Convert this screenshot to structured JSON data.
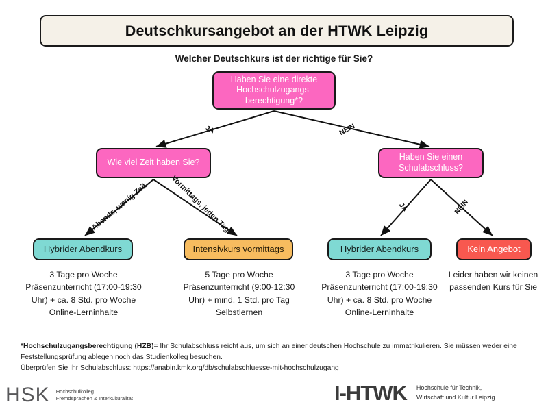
{
  "header": {
    "title": "Deutschkursangebot an der HTWK Leipzig",
    "subtitle": "Welcher Deutschkurs ist der richtige für Sie?"
  },
  "colors": {
    "question": "#fc67c0",
    "result_teal": "#7fd9d3",
    "result_orange": "#f7bc5f",
    "result_red": "#f8584f",
    "title_bg": "#f5f1e8",
    "outline": "#1a1a1a"
  },
  "nodes": {
    "root": "Haben Sie eine direkte Hochschulzugangs-berechtigung*?",
    "time": "Wie viel Zeit haben Sie?",
    "abschluss": "Haben Sie einen Schulabschluss?",
    "result1": "Hybrider Abendkurs",
    "result2": "Intensivkurs vormittags",
    "result3": "Hybrider Abendkurs",
    "result4": "Kein Angebot"
  },
  "edge_labels": {
    "ja": "JA",
    "nein": "NEIN",
    "ja2": "JA",
    "nein2": "NEIN",
    "abends": "Abends, wenig Zeit",
    "vormittags": "Vormittags, jeden Tag"
  },
  "descriptions": {
    "d1": "3 Tage pro Woche Präsenzunterricht (17:00-19:30 Uhr) + ca. 8 Std. pro Woche Online-Lerninhalte",
    "d2": "5 Tage pro Woche Präsenzunterricht (9:00-12:30 Uhr) + mind. 1 Std. pro Tag Selbstlernen",
    "d3": "3 Tage pro Woche Präsenzunterricht (17:00-19:30 Uhr) + ca. 8 Std. pro Woche Online-Lerninhalte",
    "d4": "Leider haben wir keinen passenden Kurs für Sie"
  },
  "footnote": {
    "term": "*Hochschulzugangsberechtigung (HZB)",
    "body": "= Ihr Schulabschluss reicht aus, um sich an einer deutschen Hochschule zu immatrikulieren. Sie müssen weder eine Feststellungsprüfung ablegen noch das Studienkolleg besuchen.",
    "check_label": "Überprüfen Sie Ihr Schulabschluss:",
    "link": "https://anabin.kmk.org/db/schulabschluesse-mit-hochschulzugang"
  },
  "footer": {
    "hsk_mark": "HSK",
    "hsk_line1": "Hochschulkolleg",
    "hsk_line2": "Fremdsprachen & Interkulturalität",
    "htwk_mark": "I-HTWK",
    "htwk_line1": "Hochschule für Technik,",
    "htwk_line2": "Wirtschaft und Kultur Leipzig"
  }
}
